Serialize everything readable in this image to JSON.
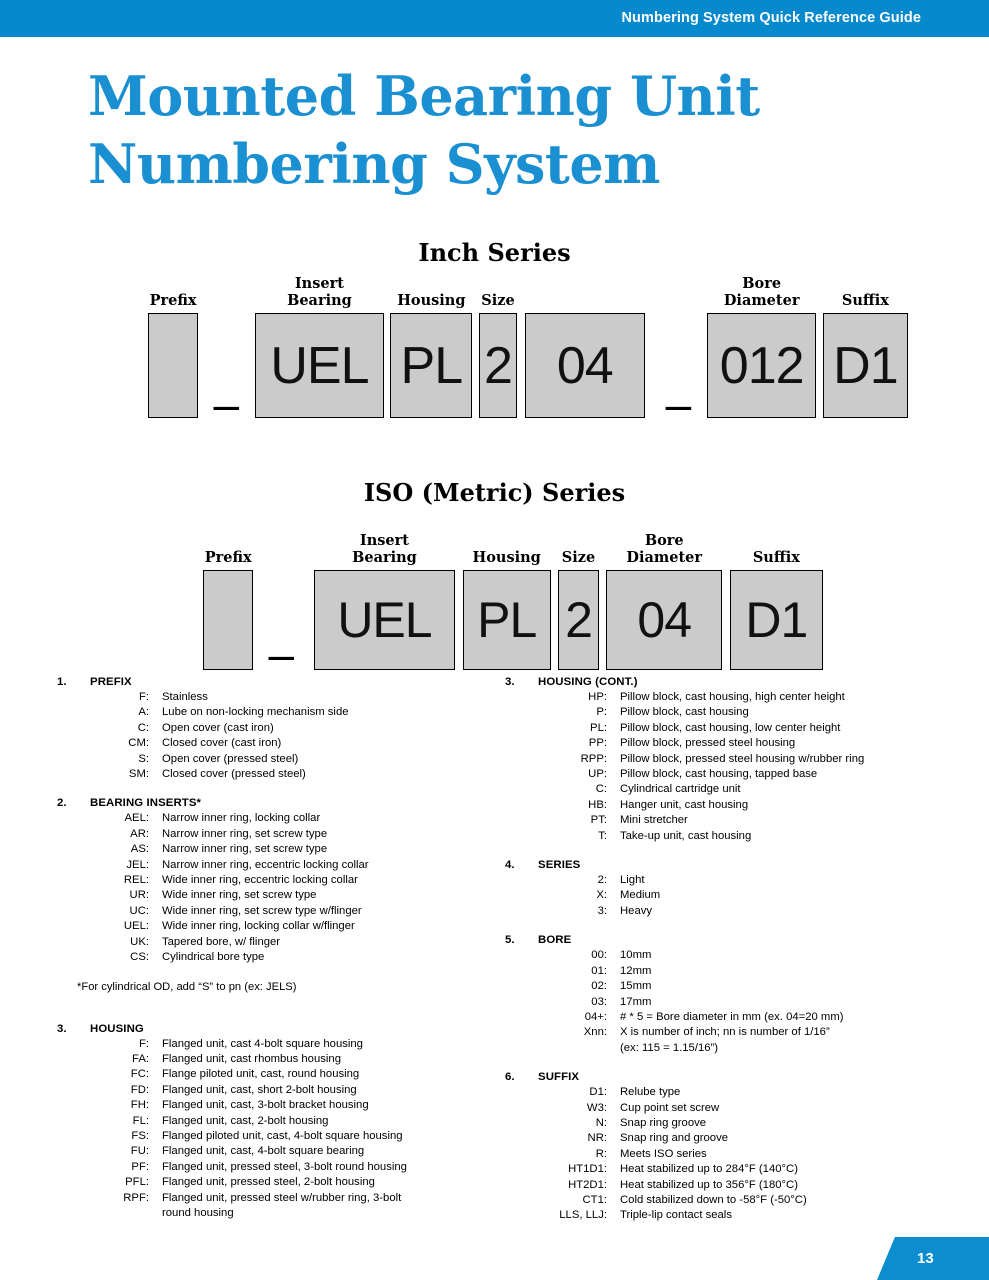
{
  "header": {
    "title": "Numbering System Quick Reference Guide",
    "bar_color": "#0789ce"
  },
  "title": {
    "line1": "Mounted Bearing Unit",
    "line2": "Numbering System",
    "color": "#1a8fd1"
  },
  "diagrams": [
    {
      "id": "inch",
      "heading": "Inch Series",
      "segments": [
        {
          "label": "Prefix",
          "value": ""
        },
        {
          "label": "Insert\nBearing",
          "value": "UEL"
        },
        {
          "label": "Housing",
          "value": "PL"
        },
        {
          "label": "Size",
          "value": "2"
        },
        {
          "label": "",
          "value": "04"
        },
        {
          "label": "Bore\nDiameter",
          "value": "012"
        },
        {
          "label": "Suffix",
          "value": "D1"
        }
      ],
      "dashes": [
        "after-prefix",
        "after-size-04"
      ]
    },
    {
      "id": "iso",
      "heading": "ISO (Metric) Series",
      "segments": [
        {
          "label": "Prefix",
          "value": ""
        },
        {
          "label": "Insert\nBearing",
          "value": "UEL"
        },
        {
          "label": "Housing",
          "value": "PL"
        },
        {
          "label": "Size",
          "value": "2"
        },
        {
          "label": "Bore\nDiameter",
          "value": "04"
        },
        {
          "label": "Suffix",
          "value": "D1"
        }
      ],
      "dashes": [
        "after-prefix"
      ]
    }
  ],
  "legend_left": {
    "sections": [
      {
        "num": "1.",
        "name": "PREFIX",
        "entries": [
          {
            "code": "F:",
            "desc": "Stainless"
          },
          {
            "code": "A:",
            "desc": "Lube on non-locking mechanism side"
          },
          {
            "code": "C:",
            "desc": "Open cover (cast iron)"
          },
          {
            "code": "CM:",
            "desc": "Closed cover (cast iron)"
          },
          {
            "code": "S:",
            "desc": "Open cover (pressed steel)"
          },
          {
            "code": "SM:",
            "desc": "Closed cover (pressed steel)"
          }
        ]
      },
      {
        "num": "2.",
        "name": "BEARING INSERTS*",
        "entries": [
          {
            "code": "AEL:",
            "desc": "Narrow inner ring, locking collar"
          },
          {
            "code": "AR:",
            "desc": "Narrow inner ring, set screw type"
          },
          {
            "code": "AS:",
            "desc": "Narrow inner ring, set screw type"
          },
          {
            "code": "JEL:",
            "desc": "Narrow inner ring, eccentric locking collar"
          },
          {
            "code": "REL:",
            "desc": "Wide inner ring, eccentric locking collar"
          },
          {
            "code": "UR:",
            "desc": "Wide inner ring, set screw type"
          },
          {
            "code": "UC:",
            "desc": "Wide inner ring, set screw type w/flinger"
          },
          {
            "code": "UEL:",
            "desc": "Wide inner ring, locking collar w/flinger"
          },
          {
            "code": "UK:",
            "desc": "Tapered bore,  w/ flinger"
          },
          {
            "code": "CS:",
            "desc": "Cylindrical bore type"
          }
        ],
        "footnote": "*For cylindrical OD, add “S” to pn (ex: JELS)"
      },
      {
        "num": "3.",
        "name": "HOUSING",
        "entries": [
          {
            "code": "F:",
            "desc": "Flanged unit, cast 4-bolt square housing"
          },
          {
            "code": "FA:",
            "desc": "Flanged unit, cast rhombus housing"
          },
          {
            "code": "FC:",
            "desc": "Flange piloted unit, cast, round housing"
          },
          {
            "code": "FD:",
            "desc": "Flanged unit, cast, short 2-bolt housing"
          },
          {
            "code": "FH:",
            "desc": "Flanged unit, cast, 3-bolt bracket housing"
          },
          {
            "code": "FL:",
            "desc": "Flanged unit, cast, 2-bolt housing"
          },
          {
            "code": "FS:",
            "desc": "Flanged piloted unit, cast, 4-bolt square housing"
          },
          {
            "code": "FU:",
            "desc": "Flanged unit, cast, 4-bolt square bearing"
          },
          {
            "code": "PF:",
            "desc": "Flanged unit, pressed steel, 3-bolt round housing"
          },
          {
            "code": "PFL:",
            "desc": "Flanged unit, pressed steel, 2-bolt housing"
          },
          {
            "code": "RPF:",
            "desc": "Flanged unit, pressed steel w/rubber ring, 3-bolt",
            "desc2": "round housing"
          }
        ]
      }
    ]
  },
  "legend_right": {
    "sections": [
      {
        "num": "3.",
        "name": "HOUSING (CONT.)",
        "entries": [
          {
            "code": "HP:",
            "desc": "Pillow block, cast housing, high center height"
          },
          {
            "code": "P:",
            "desc": "Pillow block, cast housing"
          },
          {
            "code": "PL:",
            "desc": "Pillow block, cast housing, low center height"
          },
          {
            "code": "PP:",
            "desc": "Pillow block, pressed steel housing"
          },
          {
            "code": "RPP:",
            "desc": "Pillow block, pressed steel housing w/rubber ring"
          },
          {
            "code": "UP:",
            "desc": "Pillow block, cast housing, tapped base"
          },
          {
            "code": "C:",
            "desc": "Cylindrical cartridge unit"
          },
          {
            "code": "HB:",
            "desc": "Hanger unit, cast housing"
          },
          {
            "code": "PT:",
            "desc": "Mini stretcher"
          },
          {
            "code": "T:",
            "desc": "Take-up unit, cast housing"
          }
        ]
      },
      {
        "num": "4.",
        "name": "SERIES",
        "entries": [
          {
            "code": "2:",
            "desc": "Light"
          },
          {
            "code": "X:",
            "desc": "Medium"
          },
          {
            "code": "3:",
            "desc": "Heavy"
          }
        ]
      },
      {
        "num": "5.",
        "name": "BORE",
        "entries": [
          {
            "code": "00:",
            "desc": "10mm"
          },
          {
            "code": "01:",
            "desc": "12mm"
          },
          {
            "code": "02:",
            "desc": "15mm"
          },
          {
            "code": "03:",
            "desc": "17mm"
          },
          {
            "code": "04+:",
            "desc": "# * 5 = Bore diameter in mm (ex. 04=20 mm)"
          },
          {
            "code": "Xnn:",
            "desc": "X is number of inch; nn is number of 1/16”",
            "desc2": "(ex: 115 = 1.15/16”)"
          }
        ]
      },
      {
        "num": "6.",
        "name": "SUFFIX",
        "entries": [
          {
            "code": "D1:",
            "desc": "Relube type"
          },
          {
            "code": "W3:",
            "desc": "Cup point set screw"
          },
          {
            "code": "N:",
            "desc": "Snap ring groove"
          },
          {
            "code": "NR:",
            "desc": "Snap ring and groove"
          },
          {
            "code": "R:",
            "desc": "Meets ISO series"
          },
          {
            "code": "HT1D1:",
            "desc": "Heat stabilized up to 284°F (140°C)"
          },
          {
            "code": "HT2D1:",
            "desc": "Heat stabilized up to 356°F (180°C)"
          },
          {
            "code": "CT1:",
            "desc": "Cold stabilized down to -58°F (-50°C)"
          },
          {
            "code": "LLS, LLJ:",
            "desc": "Triple-lip contact seals"
          }
        ]
      }
    ]
  },
  "footer": {
    "page_number": "13",
    "color": "#0b8dd0"
  }
}
